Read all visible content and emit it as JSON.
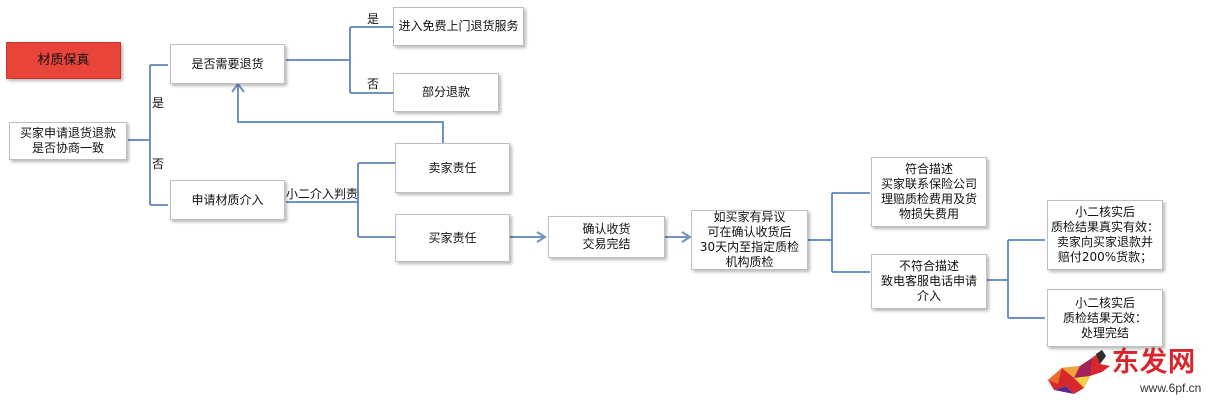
{
  "title": "材质保真",
  "nodes": {
    "start": "买家申请退货退款\n是否协商一致",
    "need_return": "是否需要退货",
    "free_pickup": "进入免费上门退货服务",
    "partial_refund": "部分退款",
    "apply_material": "申请材质介入",
    "seller_liable": "卖家责任",
    "buyer_liable": "买家责任",
    "confirm_receipt": "确认收货\n交易完结",
    "inspection": "如买家有异议\n可在确认收货后\n30天内至指定质检\n机构质检",
    "matches": "符合描述\n买家联系保险公司\n理赔质检费用及货\n物损失费用",
    "not_matches": "不符合描述\n致电客服电话申请\n介入",
    "valid_result": "小二核实后\n质检结果真实有效：\n卖家向买家退款并\n赔付200%货款；",
    "invalid_result": "小二核实后\n质检结果无效：\n处理完结"
  },
  "labels": {
    "yes_1": "是",
    "no_1": "否",
    "yes_2": "是",
    "no_2": "否",
    "judge": "小二介入判责"
  },
  "watermark": {
    "brand": "东发网",
    "url": "www.6pf.cn"
  },
  "colors": {
    "title_bg": "#e8443a",
    "edge": "#6f93c0",
    "watermark": "#d8262d"
  }
}
